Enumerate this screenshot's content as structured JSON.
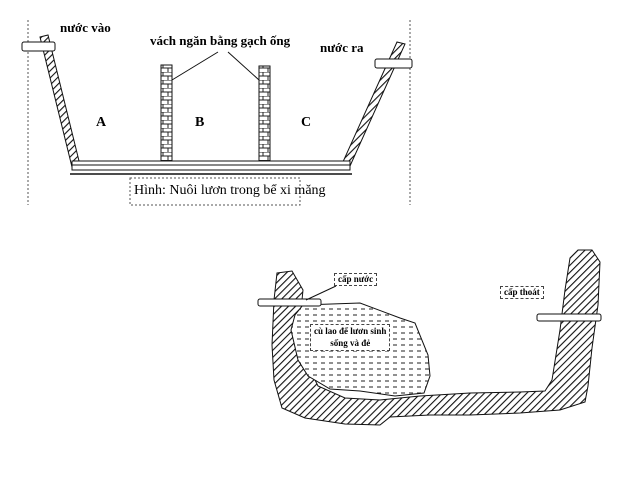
{
  "tank": {
    "inlet_label": "nước vào",
    "outlet_label": "nước ra",
    "partition_label": "vách ngăn bằng gạch ống",
    "section_a": "A",
    "section_b": "B",
    "section_c": "C",
    "caption": "Hình: Nuôi lươn trong bể xi măng"
  },
  "pond": {
    "inlet_label": "cấp nước",
    "outlet_label": "cấp thoát",
    "island_label_line1": "cù lao để lươn sinh",
    "island_label_line2": "sống và đẻ"
  }
}
